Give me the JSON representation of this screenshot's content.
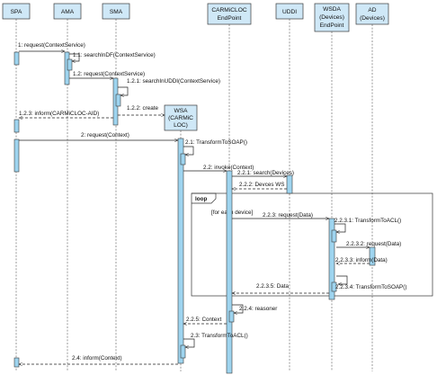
{
  "lifelines": {
    "spa": "SPA",
    "ama": "AMA",
    "sma": "SMA",
    "carmic_1": "CARMiCLOC",
    "carmic_2": "EndPoint",
    "uddi": "UDDI",
    "wsda_1": "WSDA",
    "wsda_2": "(Devices)",
    "wsda_3": "EndPoint",
    "ad_1": "AD",
    "ad_2": "(Devices)",
    "wsa_1": "WSA",
    "wsa_2": "(CARMiC",
    "wsa_3": "LOC)"
  },
  "messages": {
    "m1": "1: request(ContextService)",
    "m1_1": "1.1: searchInDF(ContextService)",
    "m1_2": "1.2: request(ContextService)",
    "m1_2_1": "1.2.1: searchInUDDI(ContextService)",
    "m1_2_2": "1.2.2: create",
    "m1_2_3": "1.2.3: inform(CARMiCLOC-AID)",
    "m2": "2: request(Context)",
    "m2_1": "2.1: TransformToSOAP()",
    "m2_2": "2.2: invoke(Context)",
    "m2_2_1": "2.2.1: search(Devices)",
    "m2_2_2": "2.2.2: Devces WS",
    "m2_2_3": "2.2.3: request(Data)",
    "m2_2_3_1": "2.2.3.1: TransformToACL()",
    "m2_2_3_2": "2.2.3.2: request(Data)",
    "m2_2_3_3": "2.2.3.3: inform(Data)",
    "m2_2_3_4": "2.2.3.4: TransformToSOAP()",
    "m2_2_3_5": "2.2.3.5: Data",
    "m2_2_4": "2.2.4: reasoner",
    "m2_2_5": "2.2.5: Context",
    "m2_3": "2.3: TransformToACL()",
    "m2_4": "2.4: inform(Context)"
  },
  "fragment": {
    "label": "loop",
    "guard": "[for each device]"
  },
  "colors": {
    "header_fill": "#cfe8f7",
    "activation_fill": "#9ed4ef"
  }
}
